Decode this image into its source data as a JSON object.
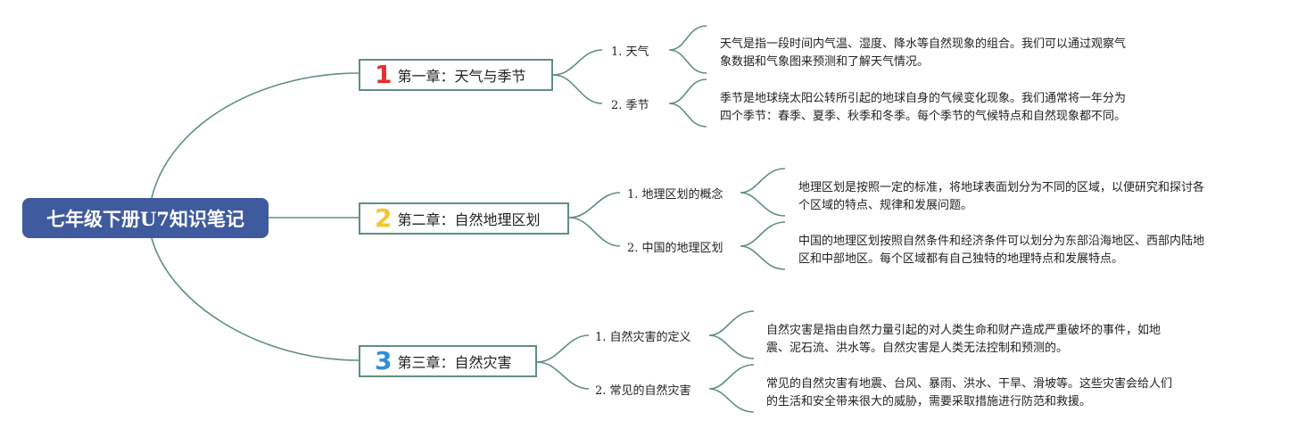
{
  "root": {
    "title": "七年级下册U7知识笔记"
  },
  "colors": {
    "root_bg": "#3f5a9e",
    "line": "#5f8f82",
    "num1": "#e0322f",
    "num2": "#f3c730",
    "num3": "#2f8fd8"
  },
  "chapters": [
    {
      "num": "1",
      "title": "第一章：天气与季节",
      "topics": [
        {
          "label": "1. 天气",
          "desc": [
            "天气是指一段时间内气温、湿度、降水等自然现象的组合。我们可以通过观察气",
            "象数据和气象图来预测和了解天气情况。"
          ]
        },
        {
          "label": "2. 季节",
          "desc": [
            "季节是地球绕太阳公转所引起的地球自身的气候变化现象。我们通常将一年分为",
            "四个季节：春季、夏季、秋季和冬季。每个季节的气候特点和自然现象都不同。"
          ]
        }
      ]
    },
    {
      "num": "2",
      "title": "第二章：自然地理区划",
      "topics": [
        {
          "label": "1. 地理区划的概念",
          "desc": [
            "地理区划是按照一定的标准，将地球表面划分为不同的区域，以便研究和探讨各",
            "个区域的特点、规律和发展问题。"
          ]
        },
        {
          "label": "2. 中国的地理区划",
          "desc": [
            "中国的地理区划按照自然条件和经济条件可以划分为东部沿海地区、西部内陆地",
            "区和中部地区。每个区域都有自己独特的地理特点和发展特点。"
          ]
        }
      ]
    },
    {
      "num": "3",
      "title": "第三章：自然灾害",
      "topics": [
        {
          "label": "1. 自然灾害的定义",
          "desc": [
            "自然灾害是指由自然力量引起的对人类生命和财产造成严重破坏的事件，如地",
            "震、泥石流、洪水等。自然灾害是人类无法控制和预测的。"
          ]
        },
        {
          "label": "2. 常见的自然灾害",
          "desc": [
            "常见的自然灾害有地震、台风、暴雨、洪水、干旱、滑坡等。这些灾害会给人们",
            "的生活和安全带来很大的威胁，需要采取措施进行防范和救援。"
          ]
        }
      ]
    }
  ]
}
